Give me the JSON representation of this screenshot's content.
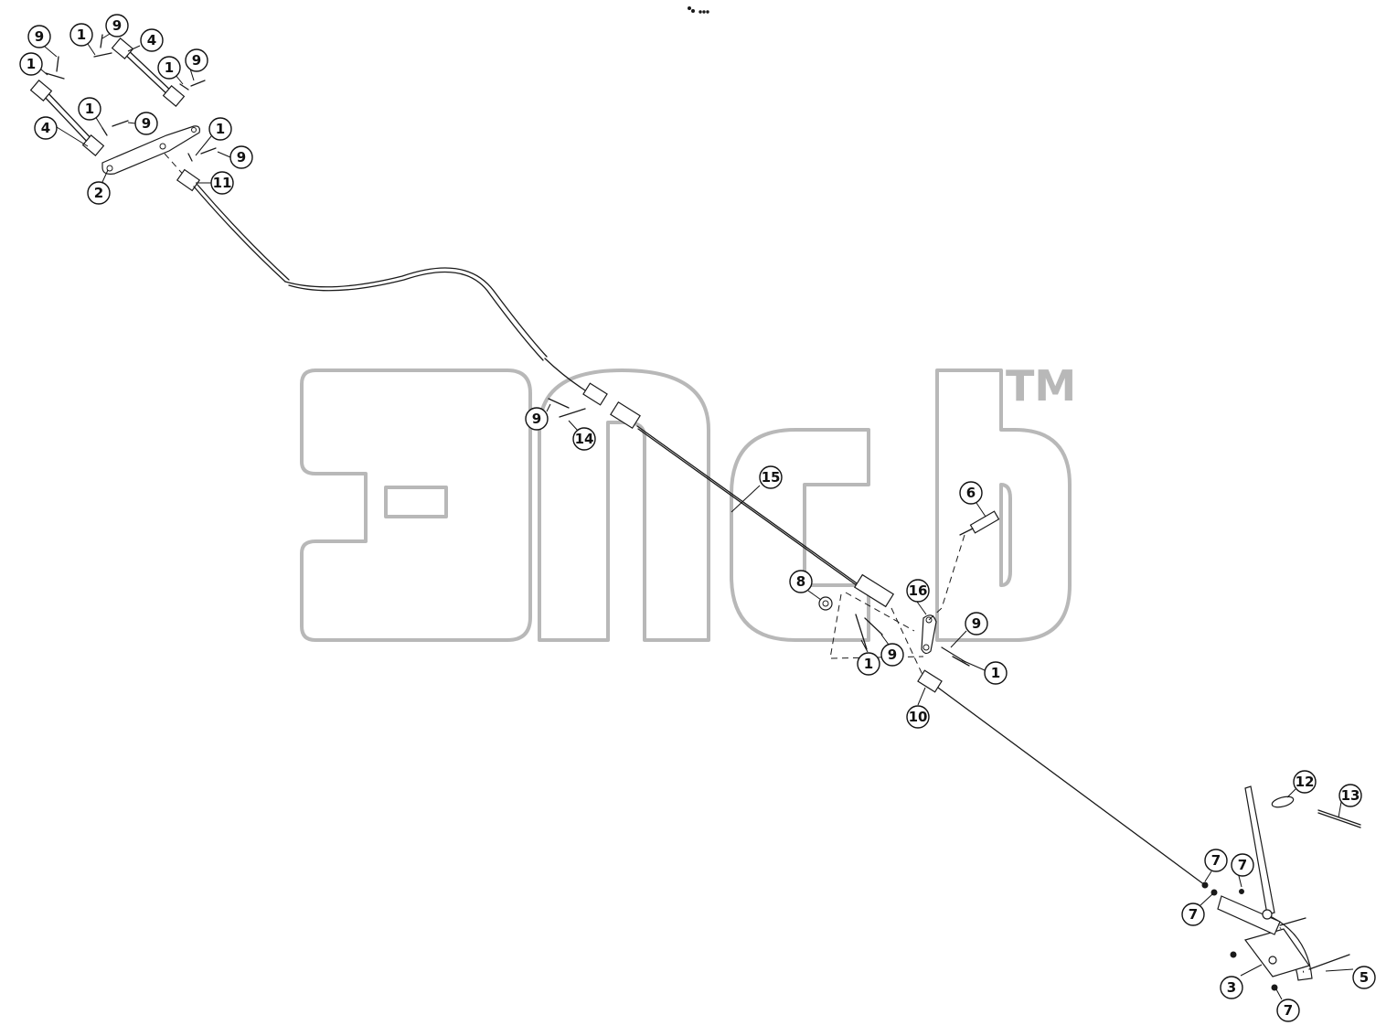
{
  "watermark": {
    "trademark": "TM"
  },
  "callouts": [
    {
      "id": "c1",
      "label": "9"
    },
    {
      "id": "c2",
      "label": "1"
    },
    {
      "id": "c3",
      "label": "9"
    },
    {
      "id": "c4",
      "label": "4"
    },
    {
      "id": "c5",
      "label": "1"
    },
    {
      "id": "c6",
      "label": "1"
    },
    {
      "id": "c7",
      "label": "9"
    },
    {
      "id": "c8",
      "label": "1"
    },
    {
      "id": "c9",
      "label": "9"
    },
    {
      "id": "c10",
      "label": "4"
    },
    {
      "id": "c11",
      "label": "1"
    },
    {
      "id": "c12",
      "label": "9"
    },
    {
      "id": "c13",
      "label": "2"
    },
    {
      "id": "c14",
      "label": "11"
    },
    {
      "id": "c15",
      "label": "9"
    },
    {
      "id": "c16",
      "label": "14"
    },
    {
      "id": "c17",
      "label": "15"
    },
    {
      "id": "c18",
      "label": "6"
    },
    {
      "id": "c19",
      "label": "8"
    },
    {
      "id": "c20",
      "label": "16"
    },
    {
      "id": "c21",
      "label": "9"
    },
    {
      "id": "c22",
      "label": "1"
    },
    {
      "id": "c23",
      "label": "9"
    },
    {
      "id": "c24",
      "label": "1"
    },
    {
      "id": "c25",
      "label": "10"
    },
    {
      "id": "c26",
      "label": "12"
    },
    {
      "id": "c27",
      "label": "13"
    },
    {
      "id": "c28",
      "label": "7"
    },
    {
      "id": "c29",
      "label": "7"
    },
    {
      "id": "c30",
      "label": "7"
    },
    {
      "id": "c31",
      "label": "3"
    },
    {
      "id": "c32",
      "label": "5"
    },
    {
      "id": "c33",
      "label": "7"
    }
  ]
}
